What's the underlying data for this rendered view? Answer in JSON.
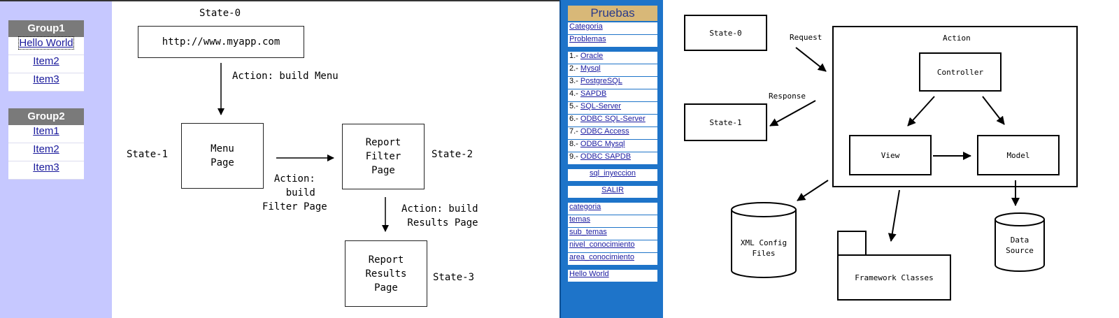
{
  "sidebar": {
    "groups": [
      {
        "title": "Group1",
        "items": [
          "Hello World",
          "Item2",
          "Item3"
        ]
      },
      {
        "title": "Group2",
        "items": [
          "Item1",
          "Item2",
          "Item3"
        ]
      }
    ]
  },
  "flow": {
    "state0": "State-0",
    "url": "http://www.myapp.com",
    "action_menu": "Action: build Menu",
    "state1": "State-1",
    "menu_page": "Menu\nPage",
    "action_filter": "Action:\n  build\nFilter Page",
    "filter_page": "Report\nFilter\nPage",
    "state2": "State-2",
    "action_results": "Action: build\n Results Page",
    "results_page": "Report\nResults\nPage",
    "state3": "State-3"
  },
  "menu2": {
    "title": "Pruebas",
    "links_a": [
      "Categoria",
      "Problemas"
    ],
    "db_items": [
      {
        "num": "1.-",
        "label": "Oracle"
      },
      {
        "num": "2.-",
        "label": "Mysql"
      },
      {
        "num": "3.-",
        "label": "PostgreSQL"
      },
      {
        "num": "4.-",
        "label": "SAPDB"
      },
      {
        "num": "5.-",
        "label": "SQL-Server"
      },
      {
        "num": "6.-",
        "label": "ODBC SQL-Server"
      },
      {
        "num": "7.-",
        "label": "ODBC Access"
      },
      {
        "num": "8.-",
        "label": "ODBC Mysql"
      },
      {
        "num": "9.-",
        "label": "ODBC SAPDB"
      }
    ],
    "sql": "sql_inyeccion",
    "salir": "SALIR",
    "links_b": [
      "categoria",
      "temas",
      "sub_temas",
      "nivel_conocimiento",
      "area_conocimiento"
    ],
    "hello": "Hello World"
  },
  "arch": {
    "state0": "State-0",
    "request": "Request",
    "response": "Response",
    "state1": "State-1",
    "action": "Action",
    "controller": "Controller",
    "view": "View",
    "model": "Model",
    "xml": "XML Config\nFiles",
    "framework": "Framework Classes",
    "data_source": "Data\nSource"
  }
}
